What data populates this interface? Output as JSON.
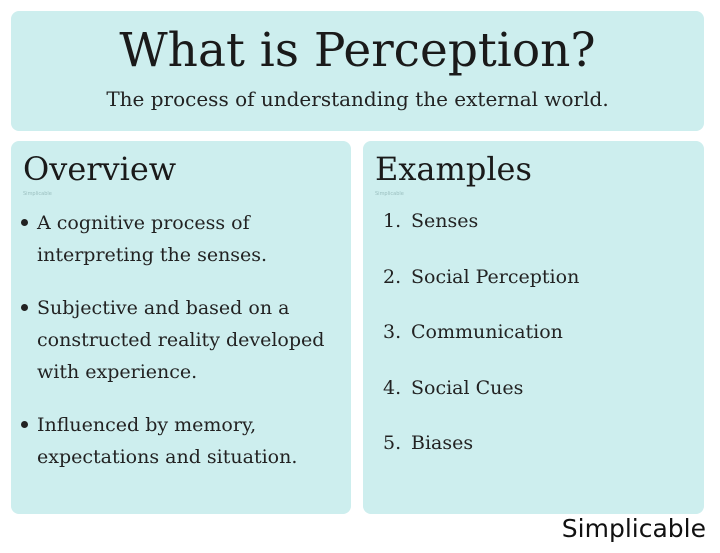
{
  "header": {
    "title": "What is Perception?",
    "subtitle": "The process of understanding the external world."
  },
  "overview": {
    "heading": "Overview",
    "watermark": "Simplicable",
    "bullets": [
      "A cognitive process of interpreting the senses.",
      "Subjective and based on a constructed reality developed with experience.",
      "Influenced by memory, expectations and situation."
    ]
  },
  "examples": {
    "heading": "Examples",
    "watermark": "Simplicable",
    "items": [
      {
        "number": "1.",
        "label": "Senses"
      },
      {
        "number": "2.",
        "label": "Social Perception"
      },
      {
        "number": "3.",
        "label": "Communication"
      },
      {
        "number": "4.",
        "label": "Social Cues"
      },
      {
        "number": "5.",
        "label": "Biases"
      }
    ]
  },
  "footer": {
    "brand": "Simplicable"
  },
  "colors": {
    "panel_background": "#cdeeee",
    "text": "#222222"
  }
}
